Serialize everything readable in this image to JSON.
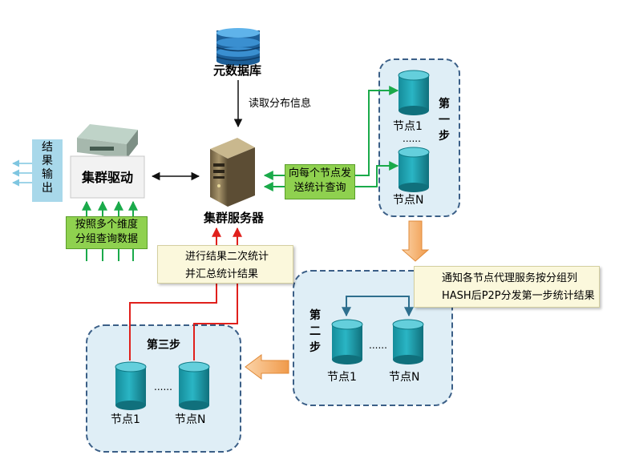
{
  "metadata_db": {
    "label": "元数据库"
  },
  "read_dist": {
    "label": "读取分布信息"
  },
  "cluster_server": {
    "label": "集群服务器"
  },
  "cluster_driver": {
    "label": "集群驱动"
  },
  "result_output": {
    "chars": [
      "结",
      "果",
      "输",
      "出"
    ]
  },
  "query_box": {
    "line1": "按照多个维度",
    "line2": "分组查询数据"
  },
  "send_box": {
    "line1": "向每个节点发",
    "line2": "送统计查询"
  },
  "step1": {
    "title_chars": [
      "第",
      "一",
      "步"
    ],
    "node_top": "节点1",
    "dots": "......",
    "node_bottom": "节点N"
  },
  "step2": {
    "title_chars": [
      "第",
      "二",
      "步"
    ],
    "node_left": "节点1",
    "dots": "......",
    "node_right": "节点N"
  },
  "step3": {
    "title": "第三步",
    "node_left": "节点1",
    "dots": "......",
    "node_right": "节点N"
  },
  "note_secondary_stats": {
    "line1": "进行结果二次统计",
    "line2": "并汇总统计结果"
  },
  "note_notify": {
    "line1": "通知各节点代理服务按分组列",
    "line2": "HASH后P2P分发第一步统计结果"
  },
  "colors": {
    "green_line": "#1aaa4a",
    "red_line": "#e0201c",
    "arrow_blue": "#2e6f8e",
    "panel_fill": "#dfeef6",
    "panel_border": "#3b5f87",
    "cyl_body": "#21a6b5",
    "cyl_top": "#64cfdc",
    "orange": "#f4a65a"
  }
}
